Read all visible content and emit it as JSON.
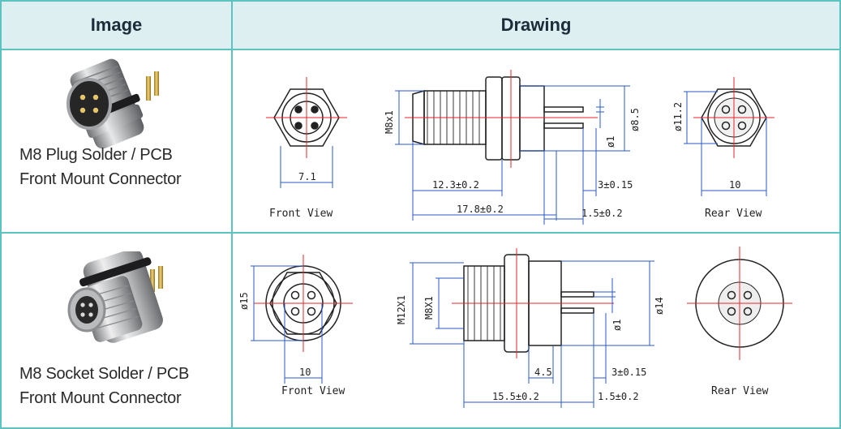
{
  "header": {
    "image_label": "Image",
    "drawing_label": "Drawing"
  },
  "colors": {
    "border": "#5dc3c1",
    "header_bg": "#ddeff0",
    "centerline": "#e5252b",
    "dimension": "#2a58c7"
  },
  "rows": [
    {
      "name": "M8 Plug Solder / PCB Front Mount Connector",
      "name_line1": "M8 Plug Solder / PCB",
      "name_line2": "Front Mount Connector",
      "photo": "m8-plug-connector-photo",
      "front_view": {
        "caption": "Front View",
        "dim": "7.1"
      },
      "side_view": {
        "thread": "M8x1",
        "pin_dia": "ø1",
        "body_dia": "ø8.5",
        "len1": "12.3±0.2",
        "len_total": "17.8±0.2",
        "pin_len": "3±0.15",
        "pin_gap": "1.5±0.2"
      },
      "rear_view": {
        "caption": "Rear View",
        "dim_dia": "ø11.2",
        "dim_width": "10"
      }
    },
    {
      "name": "M8 Socket Solder / PCB Front Mount Connector",
      "name_line1": "M8 Socket Solder / PCB",
      "name_line2": "Front Mount Connector",
      "photo": "m8-socket-connector-photo",
      "front_view": {
        "caption": "Front View",
        "dim_dia": "ø15",
        "dim_width": "10"
      },
      "side_view": {
        "thread_outer": "M12X1",
        "thread_inner": "M8X1",
        "pin_dia": "ø1",
        "body_dia": "ø14",
        "len1": "4.5",
        "len_total": "15.5±0.2",
        "pin_len": "3±0.15",
        "pin_gap": "1.5±0.2"
      },
      "rear_view": {
        "caption": "Rear View"
      }
    }
  ]
}
